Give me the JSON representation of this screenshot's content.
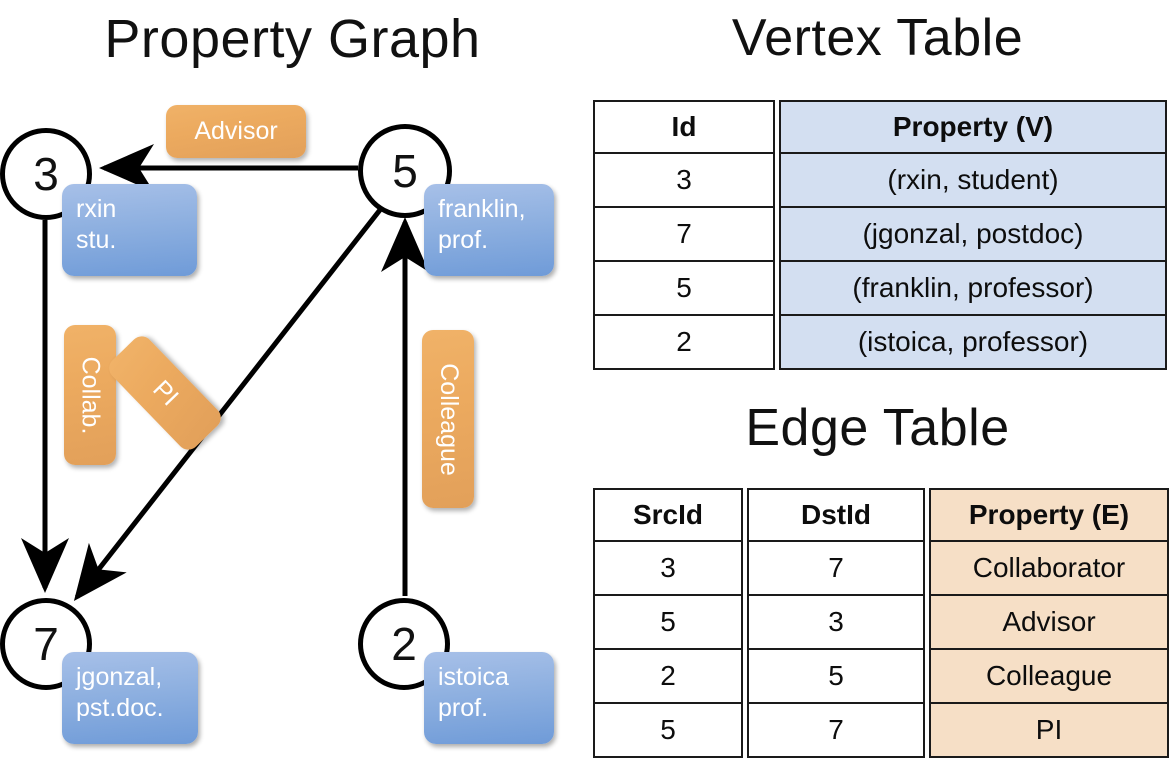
{
  "titles": {
    "property_graph": "Property Graph",
    "vertex_table": "Vertex Table",
    "edge_table": "Edge Table"
  },
  "colors": {
    "vertex_property_cell": "#d3dff1",
    "edge_property_cell": "#f6dfc6",
    "node_property_chip": "#8eb0e0",
    "edge_label_chip": "#eca95e",
    "stroke": "#000000"
  },
  "graph": {
    "nodes": [
      {
        "id": "3",
        "property_label": "rxin\nstu.",
        "property_line1": "rxin",
        "property_line2": "stu."
      },
      {
        "id": "5",
        "property_label": "franklin,\nprof.",
        "property_line1": "franklin,",
        "property_line2": "prof."
      },
      {
        "id": "7",
        "property_label": "jgonzal,\npst.doc.",
        "property_line1": "jgonzal,",
        "property_line2": "pst.doc."
      },
      {
        "id": "2",
        "property_label": "istoica\nprof.",
        "property_line1": "istoica",
        "property_line2": "prof."
      }
    ],
    "edge_labels": [
      {
        "name": "advisor",
        "text": "Advisor"
      },
      {
        "name": "collaborator",
        "text": "Collab."
      },
      {
        "name": "pi",
        "text": "PI"
      },
      {
        "name": "colleague",
        "text": "Colleague"
      }
    ],
    "edges": [
      {
        "from": "5",
        "to": "3",
        "label": "Advisor"
      },
      {
        "from": "3",
        "to": "7",
        "label": "Collab."
      },
      {
        "from": "5",
        "to": "7",
        "label": "PI"
      },
      {
        "from": "2",
        "to": "5",
        "label": "Colleague"
      }
    ]
  },
  "vertex_table": {
    "headers": [
      "Id",
      "Property (V)"
    ],
    "rows": [
      {
        "id": "3",
        "property": "(rxin, student)"
      },
      {
        "id": "7",
        "property": "(jgonzal, postdoc)"
      },
      {
        "id": "5",
        "property": "(franklin, professor)"
      },
      {
        "id": "2",
        "property": "(istoica, professor)"
      }
    ]
  },
  "edge_table": {
    "headers": [
      "SrcId",
      "DstId",
      "Property (E)"
    ],
    "rows": [
      {
        "src": "3",
        "dst": "7",
        "property": "Collaborator"
      },
      {
        "src": "5",
        "dst": "3",
        "property": "Advisor"
      },
      {
        "src": "2",
        "dst": "5",
        "property": "Colleague"
      },
      {
        "src": "5",
        "dst": "7",
        "property": "PI"
      }
    ]
  }
}
